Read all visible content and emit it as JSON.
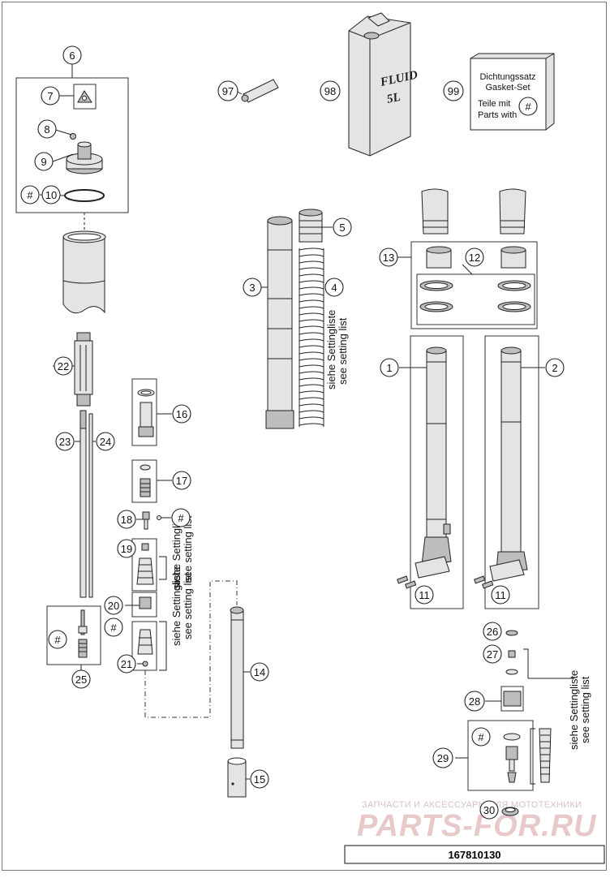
{
  "callouts": {
    "c1": "1",
    "c2": "2",
    "c3": "3",
    "c4": "4",
    "c5": "5",
    "c6": "6",
    "c7": "7",
    "c8": "8",
    "c9": "9",
    "c10": "10",
    "c11": "11",
    "c12": "12",
    "c13": "13",
    "c14": "14",
    "c15": "15",
    "c16": "16",
    "c17": "17",
    "c18": "18",
    "c19": "19",
    "c20": "20",
    "c21": "21",
    "c22": "22",
    "c23": "23",
    "c24": "24",
    "c25": "25",
    "c26": "26",
    "c27": "27",
    "c28": "28",
    "c29": "29",
    "c30": "30",
    "c97": "97",
    "c98": "98",
    "c99": "99",
    "hash": "#"
  },
  "fluid_can": {
    "line1": "FLUID",
    "line2": "5L"
  },
  "gasket_set": {
    "line1": "Dichtungssatz",
    "line2": "Gasket-Set",
    "line3": "Teile mit",
    "line4": "Parts with"
  },
  "setting_note": {
    "de": "siehe Settingliste",
    "en": "see setting list"
  },
  "watermark": {
    "tagline": "ЗАПЧАСТИ И АКСЕССУАРЫ ДЛЯ МОТОТЕХНИКИ",
    "brand": "PARTS-FOR.RU"
  },
  "drawing_code": "167810130"
}
